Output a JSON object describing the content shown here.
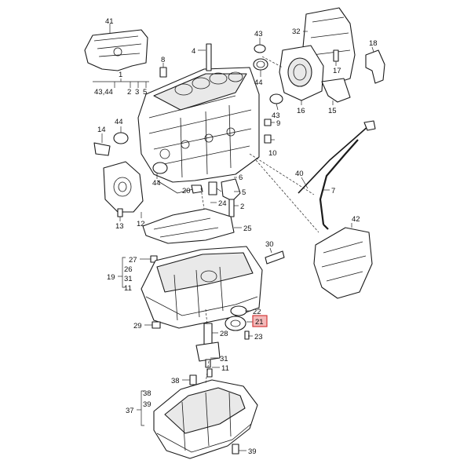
{
  "callouts": [
    {
      "id": "c41",
      "text": "41"
    },
    {
      "id": "c4",
      "text": "4"
    },
    {
      "id": "c8",
      "text": "8"
    },
    {
      "id": "c1",
      "text": "1"
    },
    {
      "id": "c4344",
      "text": "43,44"
    },
    {
      "id": "c2a",
      "text": "2"
    },
    {
      "id": "c3",
      "text": "3"
    },
    {
      "id": "c5a",
      "text": "5"
    },
    {
      "id": "c43a",
      "text": "43"
    },
    {
      "id": "c44a",
      "text": "44"
    },
    {
      "id": "c32",
      "text": "32"
    },
    {
      "id": "c17",
      "text": "17"
    },
    {
      "id": "c18",
      "text": "18"
    },
    {
      "id": "c16",
      "text": "16"
    },
    {
      "id": "c15",
      "text": "15"
    },
    {
      "id": "c43b",
      "text": "43"
    },
    {
      "id": "c9",
      "text": "9"
    },
    {
      "id": "c10",
      "text": "10"
    },
    {
      "id": "c44b",
      "text": "44"
    },
    {
      "id": "c14",
      "text": "14"
    },
    {
      "id": "c44c",
      "text": "44"
    },
    {
      "id": "c6",
      "text": "6"
    },
    {
      "id": "c20",
      "text": "20"
    },
    {
      "id": "c5b",
      "text": "5"
    },
    {
      "id": "c24",
      "text": "24"
    },
    {
      "id": "c2b",
      "text": "2"
    },
    {
      "id": "c13",
      "text": "13"
    },
    {
      "id": "c12",
      "text": "12"
    },
    {
      "id": "c25",
      "text": "25"
    },
    {
      "id": "c40",
      "text": "40"
    },
    {
      "id": "c7",
      "text": "7"
    },
    {
      "id": "c42",
      "text": "42"
    },
    {
      "id": "c30",
      "text": "30"
    },
    {
      "id": "c27",
      "text": "27"
    },
    {
      "id": "c19",
      "text": "19"
    },
    {
      "id": "c26",
      "text": "26"
    },
    {
      "id": "c31a",
      "text": "31"
    },
    {
      "id": "c11a",
      "text": "11"
    },
    {
      "id": "c22",
      "text": "22"
    },
    {
      "id": "c21",
      "text": "21"
    },
    {
      "id": "c29",
      "text": "29"
    },
    {
      "id": "c28",
      "text": "28"
    },
    {
      "id": "c23",
      "text": "23"
    },
    {
      "id": "c31b",
      "text": "31"
    },
    {
      "id": "c11b",
      "text": "11"
    },
    {
      "id": "c38a",
      "text": "38"
    },
    {
      "id": "c38b",
      "text": "38"
    },
    {
      "id": "c39a",
      "text": "39"
    },
    {
      "id": "c37",
      "text": "37"
    },
    {
      "id": "c39b",
      "text": "39"
    }
  ],
  "highlight": {
    "callout": "21",
    "fill": "#f4b9b9",
    "stroke": "#d23a3a"
  }
}
